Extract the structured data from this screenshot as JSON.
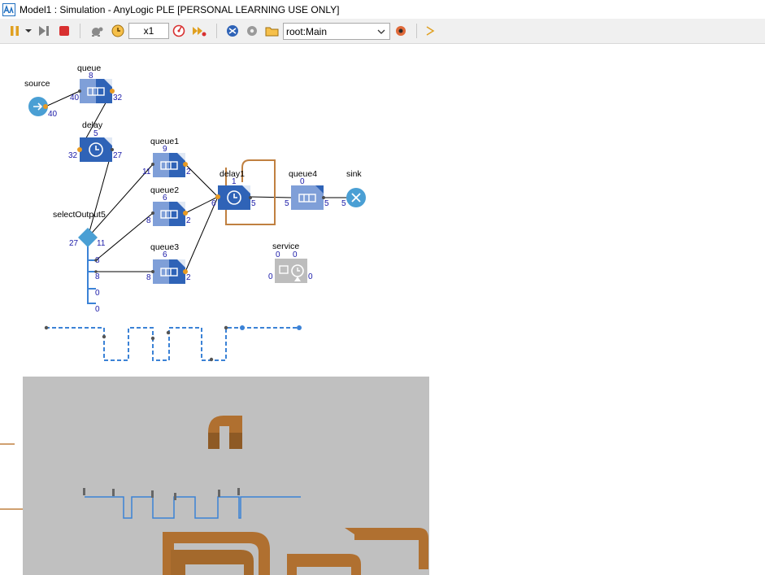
{
  "window": {
    "title": "Model1 : Simulation - AnyLogic PLE [PERSONAL LEARNING USE ONLY]"
  },
  "toolbar": {
    "speed": "x1",
    "agent_selector": "root:Main"
  },
  "colors": {
    "block_dark": "#2f63b7",
    "block_light": "#7f9fd8",
    "source_sink": "#4a9fd4",
    "port": "#e89a22",
    "counter": "#1a1aa8",
    "path": "#3b82d6",
    "wall": "#c08040",
    "view3d_bg": "#c0c0c0",
    "service_gray": "#bdbdbd"
  },
  "blocks": {
    "source": {
      "label": "source",
      "out": "40"
    },
    "queue": {
      "label": "queue",
      "size": "8",
      "in": "40",
      "out": "32"
    },
    "delay": {
      "label": "delay",
      "size": "5",
      "in": "32",
      "out": "27"
    },
    "selectOutput5": {
      "label": "selectOutput5",
      "in": "27",
      "o1": "11",
      "o2": "8",
      "o3": "8",
      "o4": "0",
      "o5": "0"
    },
    "queue1": {
      "label": "queue1",
      "size": "9",
      "in": "11",
      "out": "2"
    },
    "queue2": {
      "label": "queue2",
      "size": "6",
      "in": "8",
      "out": "2"
    },
    "queue3": {
      "label": "queue3",
      "size": "6",
      "in": "8",
      "out": "2"
    },
    "delay1": {
      "label": "delay1",
      "size": "1",
      "in": "6",
      "out": "5"
    },
    "queue4": {
      "label": "queue4",
      "size": "0",
      "in": "5",
      "out": "5"
    },
    "sink": {
      "label": "sink",
      "in": "5"
    },
    "service": {
      "label": "service",
      "size_a": "0",
      "size_b": "0",
      "in": "0",
      "out": "0"
    }
  }
}
